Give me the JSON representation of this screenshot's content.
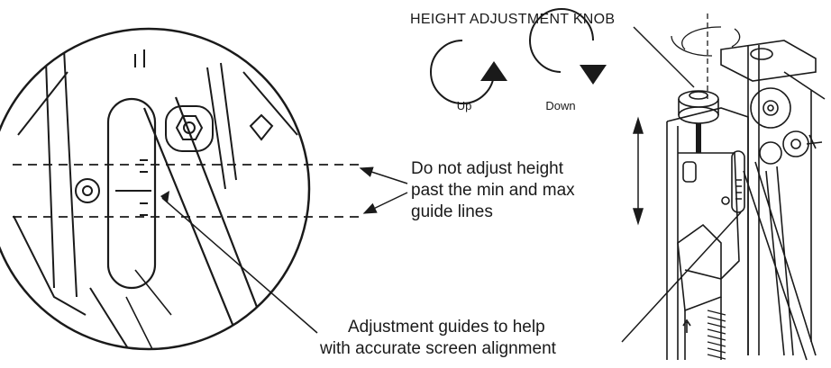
{
  "labels": {
    "knob_title": "HEIGHT ADJUSTMENT KNOB",
    "up": "Up",
    "down": "Down",
    "warning": [
      "Do not adjust height",
      "past the min and max",
      "guide lines"
    ],
    "guides": [
      "Adjustment guides to help",
      "with accurate screen alignment"
    ]
  },
  "colors": {
    "ink": "#1a1a1a",
    "background": "#ffffff"
  },
  "icons": {
    "rotate_up": "rotate-clockwise-up-icon",
    "rotate_down": "rotate-clockwise-down-icon"
  }
}
